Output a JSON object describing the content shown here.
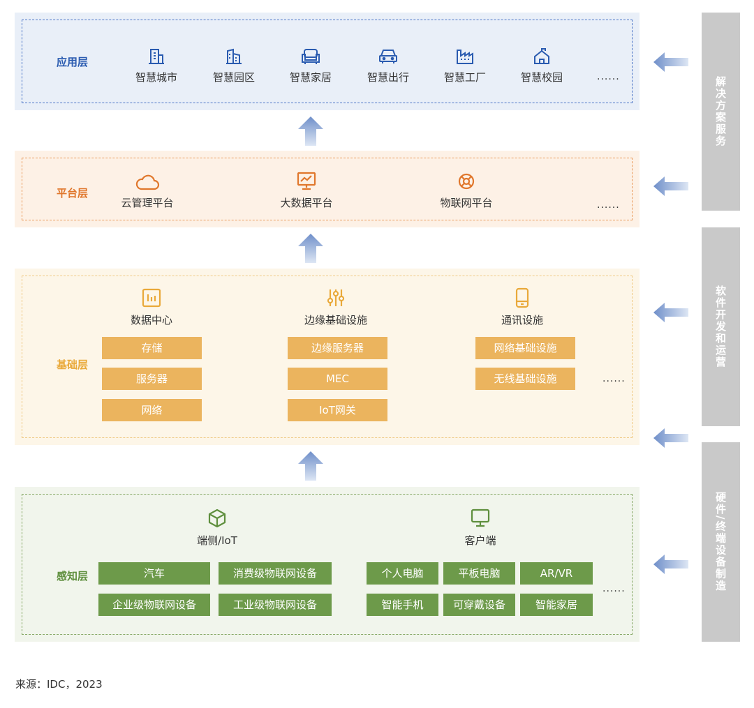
{
  "application_layer": {
    "label": "应用层",
    "items": [
      "智慧城市",
      "智慧园区",
      "智慧家居",
      "智慧出行",
      "智慧工厂",
      "智慧校园"
    ],
    "more": "......",
    "color": "#2a5bb0"
  },
  "platform_layer": {
    "label": "平台层",
    "items": [
      "云管理平台",
      "大数据平台",
      "物联网平台"
    ],
    "more": "......",
    "color": "#e0772c"
  },
  "infrastructure_layer": {
    "label": "基础层",
    "groups": [
      {
        "title": "数据中心",
        "boxes": [
          "存储",
          "服务器",
          "网络"
        ]
      },
      {
        "title": "边缘基础设施",
        "boxes": [
          "边缘服务器",
          "MEC",
          "IoT网关"
        ]
      },
      {
        "title": "通讯设施",
        "boxes": [
          "网络基础设施",
          "无线基础设施"
        ]
      }
    ],
    "more": "......",
    "color": "#e9a93a"
  },
  "perception_layer": {
    "label": "感知层",
    "groups": [
      {
        "title": "端侧/IoT",
        "boxes": [
          "汽车",
          "消费级物联网设备",
          "企业级物联网设备",
          "工业级物联网设备"
        ]
      },
      {
        "title": "客户端",
        "boxes": [
          "个人电脑",
          "平板电脑",
          "AR/VR",
          "智能手机",
          "可穿戴设备",
          "智能家居"
        ]
      }
    ],
    "more": "......",
    "color": "#5f8f3e"
  },
  "side_labels": [
    "解决方案服务",
    "软件开发和运营",
    "硬件/终端设备制造"
  ],
  "source": "来源：IDC，2023"
}
